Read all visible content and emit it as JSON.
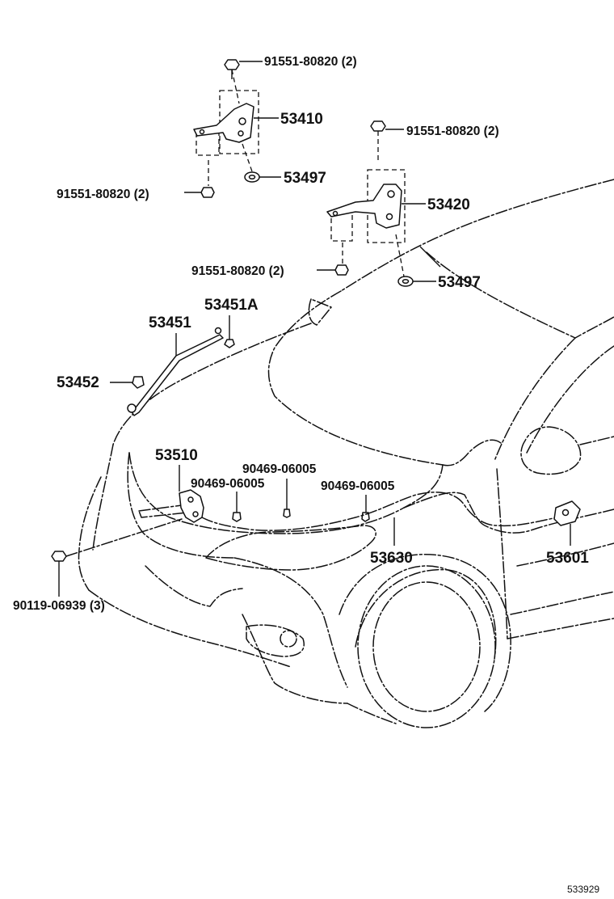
{
  "diagram_id": "533929",
  "callouts": [
    {
      "id": "bolt-hinge-top-l",
      "text": "91551-80820 (2)"
    },
    {
      "id": "hinge-left",
      "text": "53410"
    },
    {
      "id": "bolt-hinge-top-r",
      "text": "91551-80820 (2)"
    },
    {
      "id": "cushion-left",
      "text": "53497"
    },
    {
      "id": "bolt-hinge-side-l",
      "text": "91551-80820 (2)"
    },
    {
      "id": "hinge-right",
      "text": "53420"
    },
    {
      "id": "bolt-hinge-side-r",
      "text": "91551-80820 (2)"
    },
    {
      "id": "cushion-right",
      "text": "53497"
    },
    {
      "id": "stay-grommet",
      "text": "53451A"
    },
    {
      "id": "support-rod",
      "text": "53451"
    },
    {
      "id": "support-holder",
      "text": "53452"
    },
    {
      "id": "hood-lock",
      "text": "53510"
    },
    {
      "id": "clip-a",
      "text": "90469-06005"
    },
    {
      "id": "clip-b",
      "text": "90469-06005"
    },
    {
      "id": "clip-c",
      "text": "90469-06005"
    },
    {
      "id": "release-cable",
      "text": "53630"
    },
    {
      "id": "release-lever",
      "text": "53601"
    },
    {
      "id": "bolt-lock",
      "text": "90119-06939 (3)"
    }
  ]
}
